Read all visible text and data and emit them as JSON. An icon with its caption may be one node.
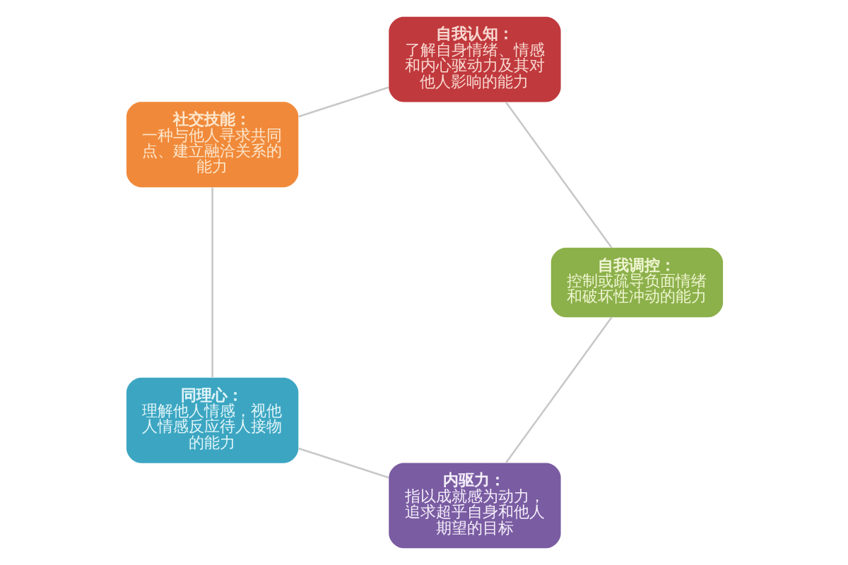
{
  "diagram": {
    "nodes": [
      {
        "text": [
          "自我认知：",
          "了解自身情绪、情感和内心驱动力及其对他人影响的能力"
        ]
      },
      {
        "text": [
          "自我调控：",
          "控制或疏导负面情绪和破坏性冲动的能力"
        ]
      },
      {
        "text": [
          "内驱力：",
          "指以成就感为动力，追求超乎自身和他人期望的目标"
        ]
      },
      {
        "text": [
          "同理心：",
          "理解他人情感，视他人情感反应待人接物的能力"
        ]
      },
      {
        "text": [
          "社交技能：",
          "一种与他人寻求共同点、建立融洽关系的能力"
        ]
      }
    ],
    "edges": [
      {
        "from": 0,
        "to": 1,
        "arrow": "none"
      },
      {
        "from": 1,
        "to": 2,
        "arrow": "none"
      },
      {
        "from": 2,
        "to": 3,
        "arrow": "none"
      },
      {
        "from": 3,
        "to": 4,
        "arrow": "none"
      },
      {
        "from": 4,
        "to": 0,
        "arrow": "none"
      }
    ]
  }
}
